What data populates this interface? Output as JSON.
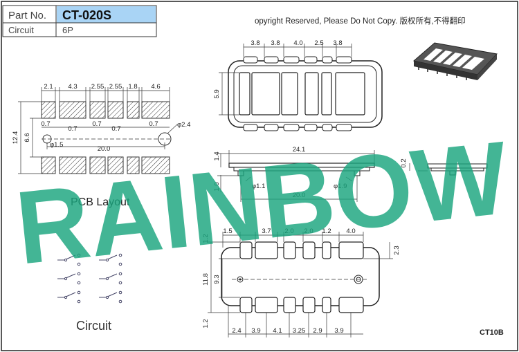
{
  "title_block": {
    "part_no_label": "Part No.",
    "part_no_value": "CT-020S",
    "circuit_label": "Circuit",
    "circuit_value": "6P"
  },
  "copyright": "opyright Reserved, Please Do Not Copy. 版权所有,不得翻印",
  "watermark": "RAINBOW",
  "drawing_code": "CT10B",
  "pcb_layout": {
    "title": "PCB Layout",
    "top_dims": [
      "2.1",
      "4.3",
      "2.55",
      "2.55",
      "1.8",
      "4.6"
    ],
    "gap_dims": [
      "0.7",
      "0.7",
      "0.7",
      "0.7",
      "0.7"
    ],
    "hole_left": "φ1.5",
    "hole_right": "φ2.4",
    "span": "20.0",
    "height_total": "12.4",
    "height_inner": "6.6"
  },
  "top_view": {
    "dims": [
      "3.8",
      "3.8",
      "4.0",
      "2.5",
      "3.8"
    ],
    "height": "5.9"
  },
  "side_view": {
    "length": "24.1",
    "height": "1.4",
    "pin": "1.0",
    "hole_left": "φ1.1",
    "hole_right": "φ1.9",
    "span": "20.0",
    "thickness": "0.2"
  },
  "bottom_view": {
    "top_dims": [
      "1.5",
      "3.7",
      "2.0",
      "2.0",
      "1.2",
      "4.0"
    ],
    "bottom_dims": [
      "2.4",
      "3.9",
      "4.1",
      "3.25",
      "2.9",
      "3.9"
    ],
    "left_top": "1.2",
    "left_total": "11.8",
    "left_inner": "9.3",
    "left_bottom": "1.2",
    "right": "2.3"
  },
  "circuit_section": {
    "title": "Circuit"
  }
}
